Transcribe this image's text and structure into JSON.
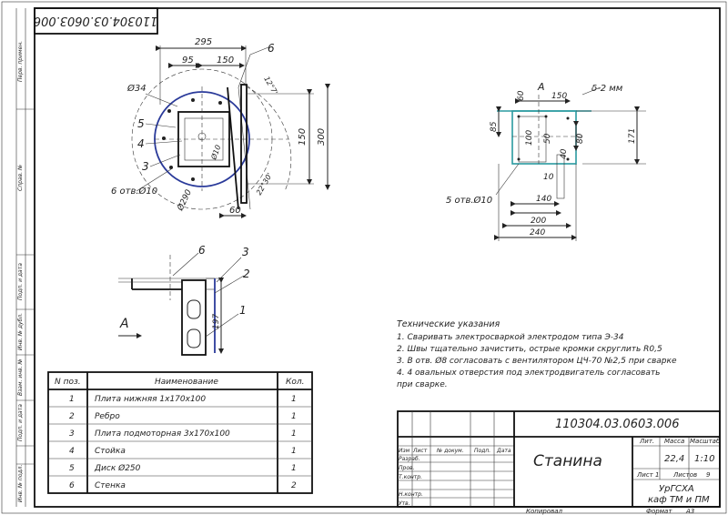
{
  "stamp_rotated": "110304.03.0603.006",
  "side_labels": [
    "Перв. примен.",
    "Справ. №",
    "Подп. и дата",
    "Инв. № дубл.",
    "Взам. инв. №",
    "Подп. и дата",
    "Инв. № подл."
  ],
  "top_view": {
    "dims": [
      "295",
      "95",
      "150",
      "150",
      "300",
      "60",
      "Ø34",
      "Ø290",
      "Ø10",
      "22°30'",
      "12°7'"
    ],
    "callouts": [
      "6",
      "5",
      "4",
      "3"
    ],
    "holes_note": "6 отв.Ø10"
  },
  "front_view": {
    "callouts": [
      "6",
      "3",
      "2",
      "1"
    ],
    "dim": "197",
    "view_label": "A"
  },
  "view_a": {
    "label": "А",
    "thickness_note": "δ-2 мм",
    "dims": [
      "60",
      "150",
      "85",
      "100",
      "50",
      "80",
      "171",
      "40",
      "10",
      "140",
      "200",
      "240"
    ],
    "holes_note": "5 отв.Ø10"
  },
  "notes": {
    "title": "Технические указания",
    "lines": [
      "1. Сваривать электросваркой электродом типа Э-34",
      "2. Швы тщательно зачистить, острые кромки скруглить R0,5",
      "3. В отв. Ø8 согласовать с вентилятором ЦЧ-70 №2,5 при сварке",
      "4. 4 овальных отверстия под электродвигатель согласовать",
      "при сварке."
    ]
  },
  "spec_table": {
    "headers": [
      "N поз.",
      "Наименование",
      "Кол."
    ],
    "rows": [
      {
        "pos": "1",
        "name": "Плита нижняя 1х170х100",
        "qty": "1"
      },
      {
        "pos": "2",
        "name": "Ребро",
        "qty": "1"
      },
      {
        "pos": "3",
        "name": "Плита подмоторная 3х170х100",
        "qty": "1"
      },
      {
        "pos": "4",
        "name": "Стойка",
        "qty": "1"
      },
      {
        "pos": "5",
        "name": "Диск Ø250",
        "qty": "1"
      },
      {
        "pos": "6",
        "name": "Стенка",
        "qty": "2"
      }
    ]
  },
  "title_block": {
    "doc_number": "110304.03.0603.006",
    "name": "Станина",
    "col_headers": [
      "Изм",
      "Лист",
      "№ докум.",
      "Подп.",
      "Дата"
    ],
    "roles": [
      "Разраб.",
      "Пров.",
      "Т.контр.",
      "Н.контр.",
      "Утв."
    ],
    "lit_label": "Лит.",
    "mass_label": "Масса",
    "scale_label": "Масштаб",
    "mass": "22,4",
    "scale": "1:10",
    "sheet_label": "Лист",
    "sheet_value": "1",
    "sheets_label": "Листов",
    "sheets_value": "9",
    "org_line1": "УрГСХА",
    "org_line2": "каф ТМ и ПМ",
    "copied_label": "Копировал",
    "format_label": "Формат",
    "format_value": "А3"
  }
}
